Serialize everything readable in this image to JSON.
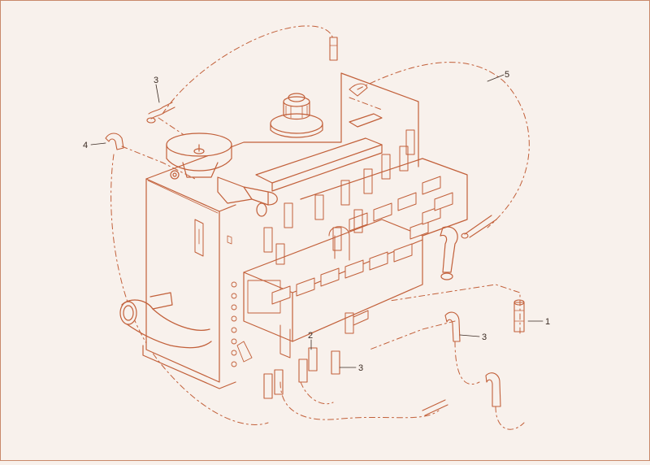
{
  "colors": {
    "background": "#f8f1ec",
    "line": "#c2603a",
    "line_light": "#d9a48a",
    "text": "#3a2a22"
  },
  "callouts": [
    {
      "id": "c1",
      "label": "1"
    },
    {
      "id": "c2",
      "label": "2"
    },
    {
      "id": "c3a",
      "label": "3"
    },
    {
      "id": "c3b",
      "label": "3"
    },
    {
      "id": "c3c",
      "label": "3"
    },
    {
      "id": "c4",
      "label": "4"
    },
    {
      "id": "c5",
      "label": "5"
    }
  ]
}
